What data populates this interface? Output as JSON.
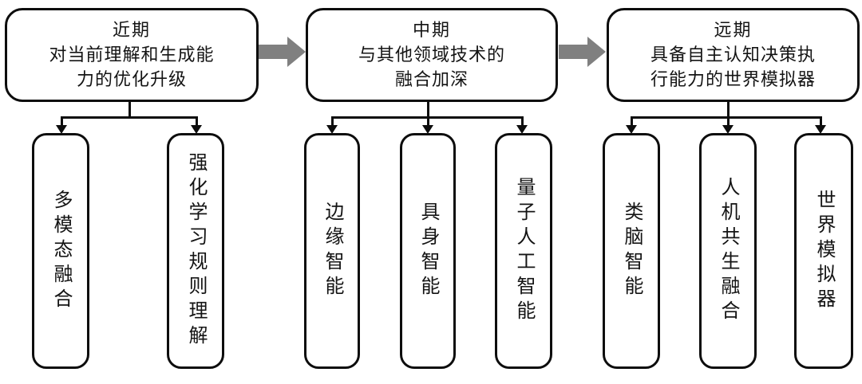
{
  "diagram": {
    "accent_gray": "#808080",
    "stroke": "#0d0d0d",
    "background": "#ffffff",
    "phases": [
      {
        "id": "near-term",
        "title": "近期",
        "desc_lines": [
          "对当前理解和生成能",
          "力的优化升级"
        ],
        "children": [
          "多模态融合",
          "强化学习规则理解"
        ]
      },
      {
        "id": "mid-term",
        "title": "中期",
        "desc_lines": [
          "与其他领域技术的",
          "融合加深"
        ],
        "children": [
          "边缘智能",
          "具身智能",
          "量子人工智能"
        ]
      },
      {
        "id": "long-term",
        "title": "远期",
        "desc_lines": [
          "具备自主认知决策执",
          "行能力的世界模拟器"
        ],
        "children": [
          "类脑智能",
          "人机共生融合",
          "世界模拟器"
        ]
      }
    ],
    "flow_arrows": [
      {
        "id": "arrow-near-to-mid",
        "from": "near-term",
        "to": "mid-term"
      },
      {
        "id": "arrow-mid-to-long",
        "from": "mid-term",
        "to": "long-term"
      }
    ]
  }
}
